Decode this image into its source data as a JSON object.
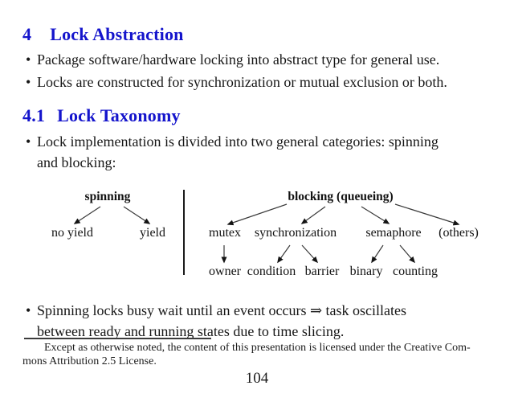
{
  "colors": {
    "heading_blue": "#1414cc",
    "body_text": "#161616",
    "arrow": "#3a3a3a",
    "background": "#ffffff"
  },
  "glyphs": {
    "bullet": "•"
  },
  "section_abstraction": {
    "number": "4",
    "heading": "Lock Abstraction",
    "bullets": [
      "Package software/hardware locking into abstract type for general use.",
      "Locks are constructed for synchronization or mutual exclusion or both."
    ]
  },
  "section_taxonomy": {
    "number": "4.1",
    "heading": "Lock Taxonomy",
    "bullet_lines": [
      "Lock implementation is divided into two general categories: spinning",
      "and blocking:"
    ]
  },
  "diagram": {
    "spinning_tree": {
      "root": "spinning",
      "children": [
        "no yield",
        "yield"
      ]
    },
    "blocking_tree": {
      "root": "blocking (queueing)",
      "children": [
        "mutex",
        "synchronization",
        "semaphore",
        "(others)"
      ],
      "mutex_children": [
        "owner"
      ],
      "synchronization_children": [
        "condition",
        "barrier"
      ],
      "semaphore_children": [
        "binary",
        "counting"
      ]
    }
  },
  "closing_bullet_lines": [
    "Spinning locks busy wait until an event occurs ⇒ task oscillates",
    "between ready and running states due to time slicing."
  ],
  "footnote_lines": [
    "Except as otherwise noted, the content of this presentation is licensed under the Creative Com-",
    "mons Attribution 2.5 License."
  ],
  "page_number": "104"
}
